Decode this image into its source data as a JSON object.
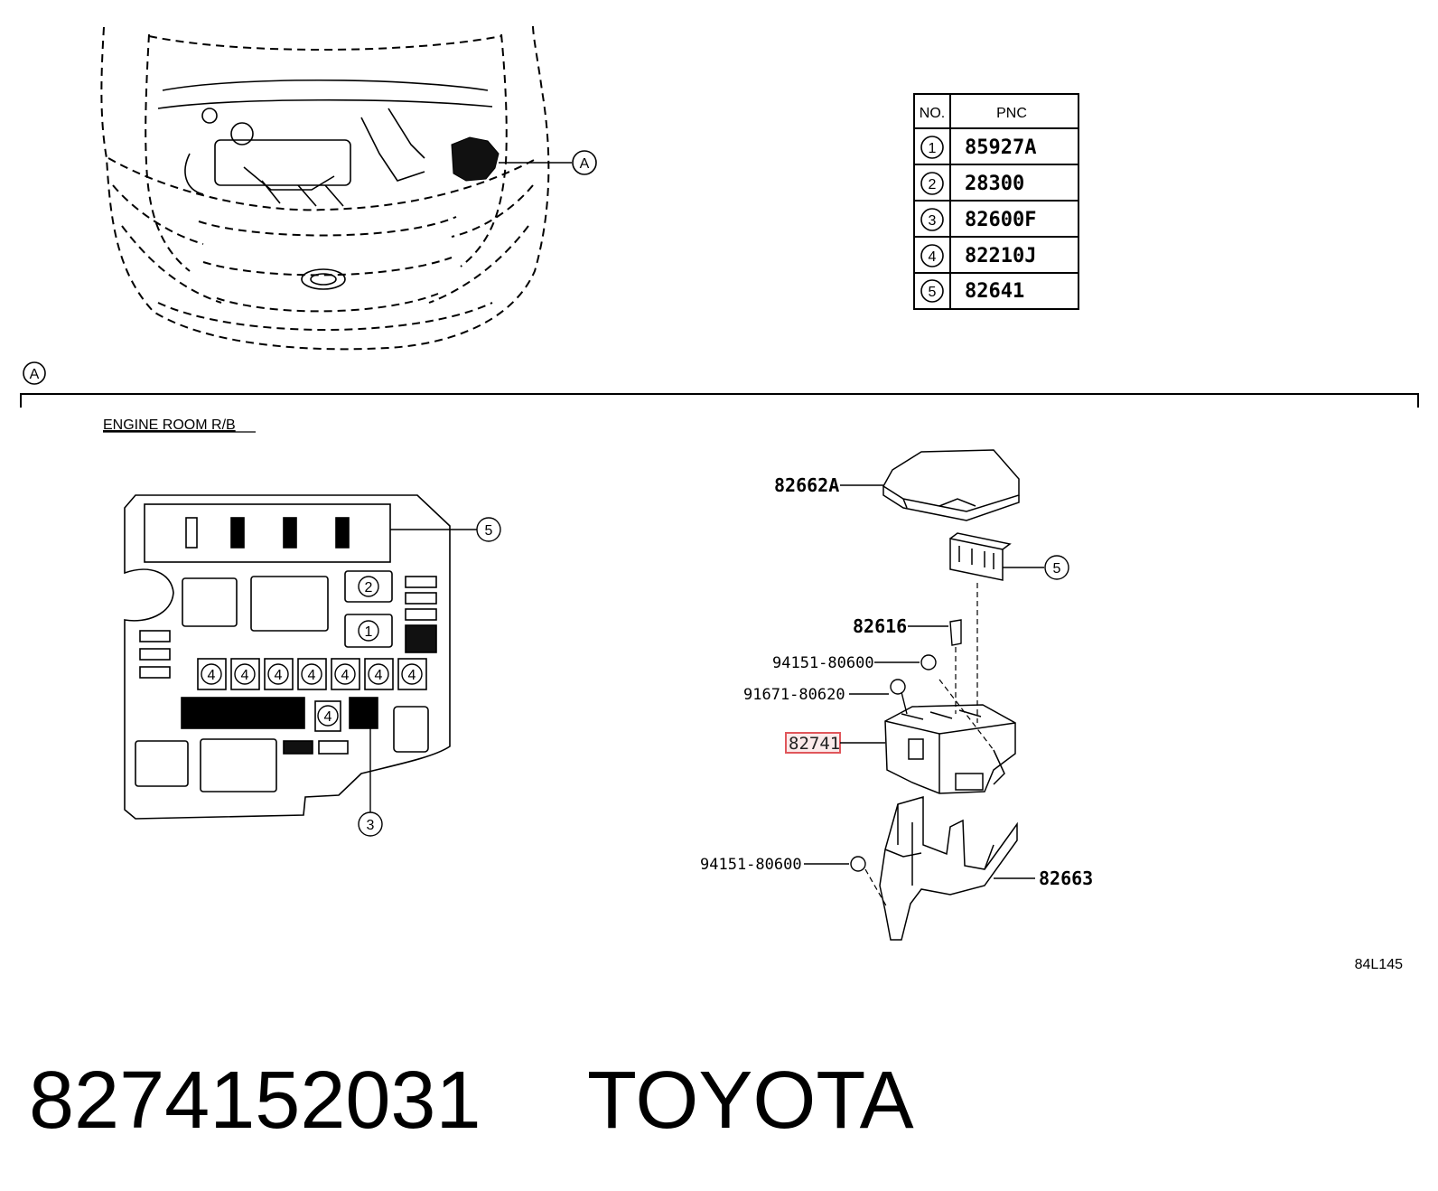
{
  "section_circle": "A",
  "section_title": "ENGINE ROOM R/B",
  "pnc_table": {
    "header_no": "NO.",
    "header_pnc": "PNC",
    "rows": [
      {
        "no": "1",
        "pnc": "85927A"
      },
      {
        "no": "2",
        "pnc": "28300"
      },
      {
        "no": "3",
        "pnc": "82600F"
      },
      {
        "no": "4",
        "pnc": "82210J"
      },
      {
        "no": "5",
        "pnc": "82641"
      }
    ]
  },
  "fuse_box_callouts": {
    "one": "1",
    "two": "2",
    "three": "3",
    "four": "4",
    "five": "5"
  },
  "exploded_parts": {
    "cover": "82662A",
    "relay_callout": "5",
    "clip": "82616",
    "nut_upper": "94151-80600",
    "bolt": "91671-80620",
    "block": "82741",
    "nut_lower": "94151-80600",
    "lower_bracket": "82663"
  },
  "diagram_code": "84L145",
  "footer": {
    "part_number": "8274152031",
    "brand": "TOYOTA"
  },
  "colors": {
    "highlight_box": "#e0565b",
    "line": "#000000"
  }
}
